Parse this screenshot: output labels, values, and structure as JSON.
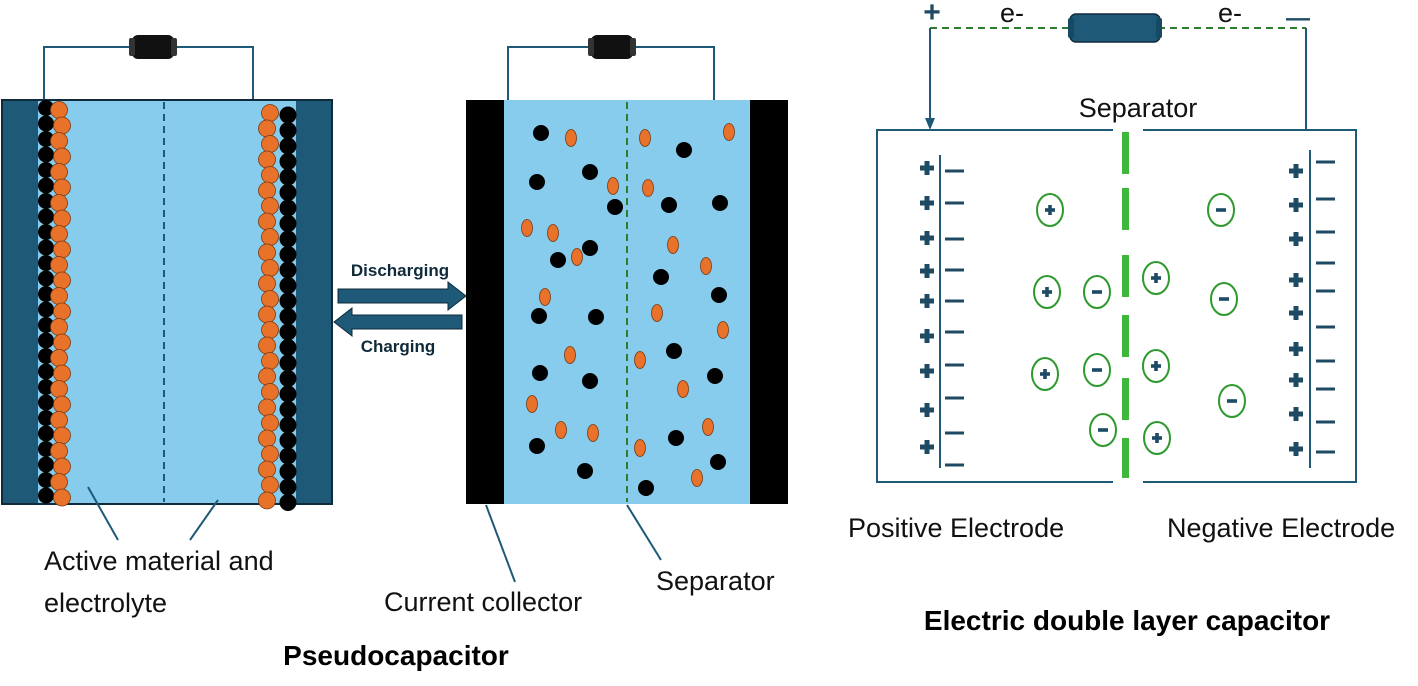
{
  "colors": {
    "electrolyte": "#87ccec",
    "collector_dark": "#1e5a78",
    "collector_black": "#000000",
    "orange": "#e8722a",
    "black": "#000000",
    "dash": "#1e5a78",
    "green": "#2e9a2e",
    "sign": "#1e4a63"
  },
  "pseudo": {
    "title": "Pseudocapacitor",
    "label_active_line1": "Active material and",
    "label_active_line2": "electrolyte",
    "label_collector": "Current collector",
    "label_separator": "Separator",
    "arrow_discharging": "Discharging",
    "arrow_charging": "Charging"
  },
  "edlc": {
    "title": "Electric double layer capacitor",
    "label_separator": "Separator",
    "label_positive": "Positive Electrode",
    "label_negative": "Negative Electrode",
    "electron_left": "e-",
    "electron_right": "e-",
    "terminal_plus": "+",
    "terminal_minus": "—"
  }
}
